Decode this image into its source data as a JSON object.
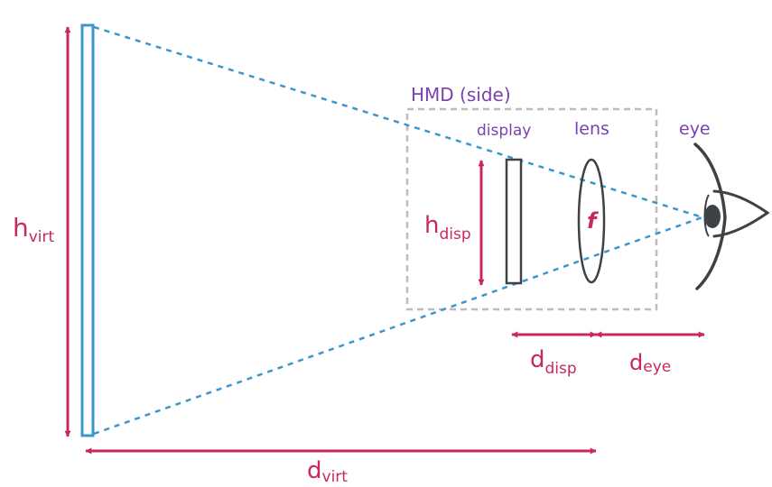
{
  "colors": {
    "dimension": "#c8285a",
    "label": "#7b3fb0",
    "ray": "#3a96cf",
    "virtual_image": "#3a96cf",
    "hmd_box": "#bdbdbd",
    "components": "#3c4246"
  },
  "labels": {
    "hmd": "HMD (side)",
    "display": "display",
    "lens": "lens",
    "eye": "eye",
    "focal": "f"
  },
  "dimensions": {
    "h_virt": {
      "main": "h",
      "sub": "virt"
    },
    "h_disp": {
      "main": "h",
      "sub": "disp"
    },
    "d_disp": {
      "main": "d",
      "sub": "disp"
    },
    "d_eye": {
      "main": "d",
      "sub": "eye"
    },
    "d_virt": {
      "main": "d",
      "sub": "virt"
    }
  },
  "icons": {
    "eye": "eye-icon",
    "lens": "lens-icon",
    "display": "display-panel-icon",
    "virtual_image": "virtual-image-panel"
  }
}
